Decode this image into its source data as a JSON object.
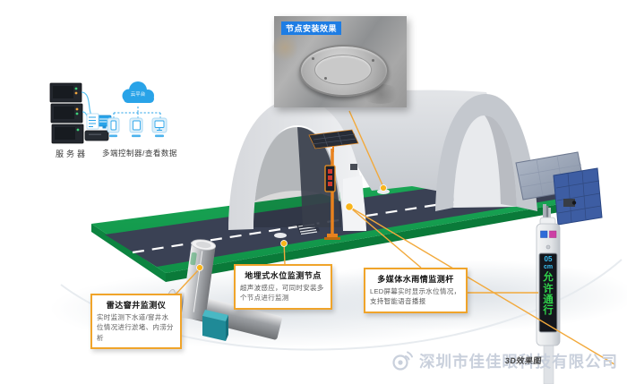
{
  "inset_photo": {
    "label": "节点安装效果"
  },
  "left_panel": {
    "cloud_label": "云平台",
    "server_label": "服务器",
    "terminals_label": "多端控制器/查看数据"
  },
  "callouts": {
    "radar": {
      "title": "雷达窨井监测仪",
      "body": "实时监测下水道/窨井水位情况进行淤堵、内涝分析"
    },
    "buried": {
      "title": "地埋式水位监测节点",
      "body": "超声波感应，可同时安装多个节点进行监测"
    },
    "pole": {
      "title": "多媒体水雨情监测杆",
      "body": "LED屏幕实时显示水位情况，支持智能语音播报"
    }
  },
  "led_pole": {
    "value": "05",
    "unit": "cm",
    "message": "允许通行",
    "message_chars": [
      "允",
      "许",
      "通",
      "行"
    ]
  },
  "watermark": {
    "company": "深圳市佳佳眼科技有限公司",
    "small_text": "3D效果图"
  },
  "colors": {
    "accent_line": "#f2a93b",
    "callout_border": "#f0a42a",
    "platform_green": "#15a551",
    "road": "#3a4154",
    "pole_orange": "#e8821e",
    "led_green": "#2fd24a",
    "led_cyan": "#39c1f5",
    "cloud_blue": "#29a3e8",
    "photo_label_blue": "#1e7de4",
    "indicator_blue": "#2e6cd8",
    "indicator_magenta": "#cc3fa4"
  }
}
